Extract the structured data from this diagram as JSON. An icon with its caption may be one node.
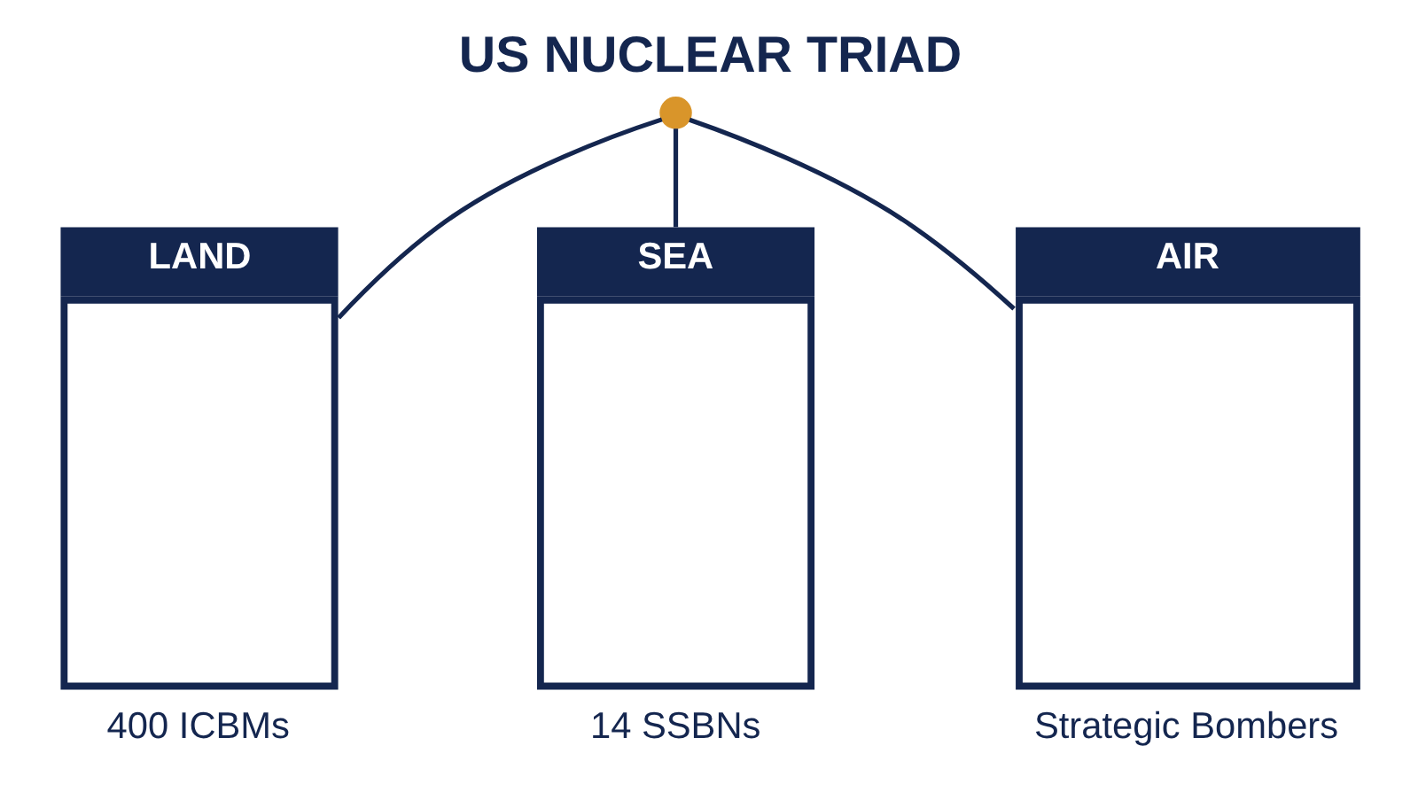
{
  "diagram": {
    "title": "US NUCLEAR TRIAD",
    "nodes": [
      {
        "text": [],
        "shape": "circle"
      },
      {
        "text": [
          "LAND"
        ],
        "beside": [
          "400 ICBMs"
        ]
      },
      {
        "text": [
          "SEA"
        ],
        "beside": [
          "14 SSBNs"
        ]
      },
      {
        "text": [
          "AIR"
        ],
        "beside": [
          "Strategic Bombers"
        ]
      }
    ],
    "edges": [
      {
        "from": 0,
        "to": 1,
        "arrow": "none"
      },
      {
        "from": 0,
        "to": 2,
        "arrow": "none"
      },
      {
        "from": 0,
        "to": 3,
        "arrow": "none"
      }
    ]
  }
}
